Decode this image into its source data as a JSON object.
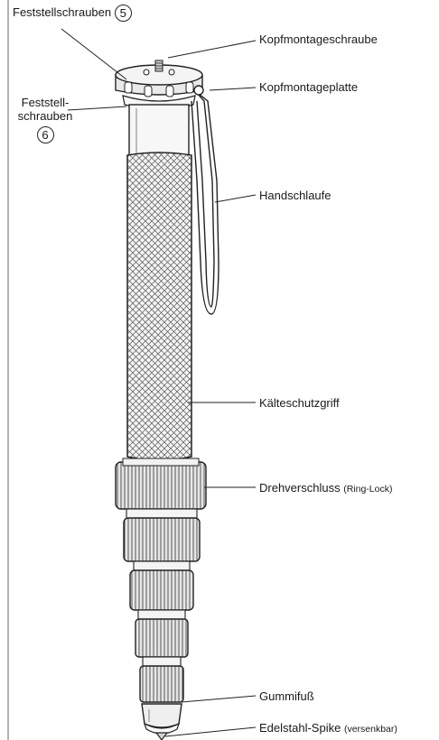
{
  "labels": {
    "lock_screws_top": {
      "text": "Feststellschrauben",
      "number": "5"
    },
    "lock_screws_side": {
      "line1": "Feststell-",
      "line2": "schrauben",
      "number": "6"
    },
    "head_screw": "Kopfmontageschraube",
    "head_plate": "Kopfmontageplatte",
    "wrist_strap": "Handschlaufe",
    "cold_grip": "Kälteschutzgriff",
    "twist_lock": {
      "main": "Drehverschluss",
      "sub": "(Ring-Lock)"
    },
    "rubber_foot": "Gummifuß",
    "steel_spike": {
      "main": "Edelstahl-Spike",
      "sub": "(versenkbar)"
    }
  },
  "colors": {
    "line": "#222222",
    "frame": "#9a9a9a",
    "metal": "#e9e9e9",
    "grip": "#efefef"
  }
}
